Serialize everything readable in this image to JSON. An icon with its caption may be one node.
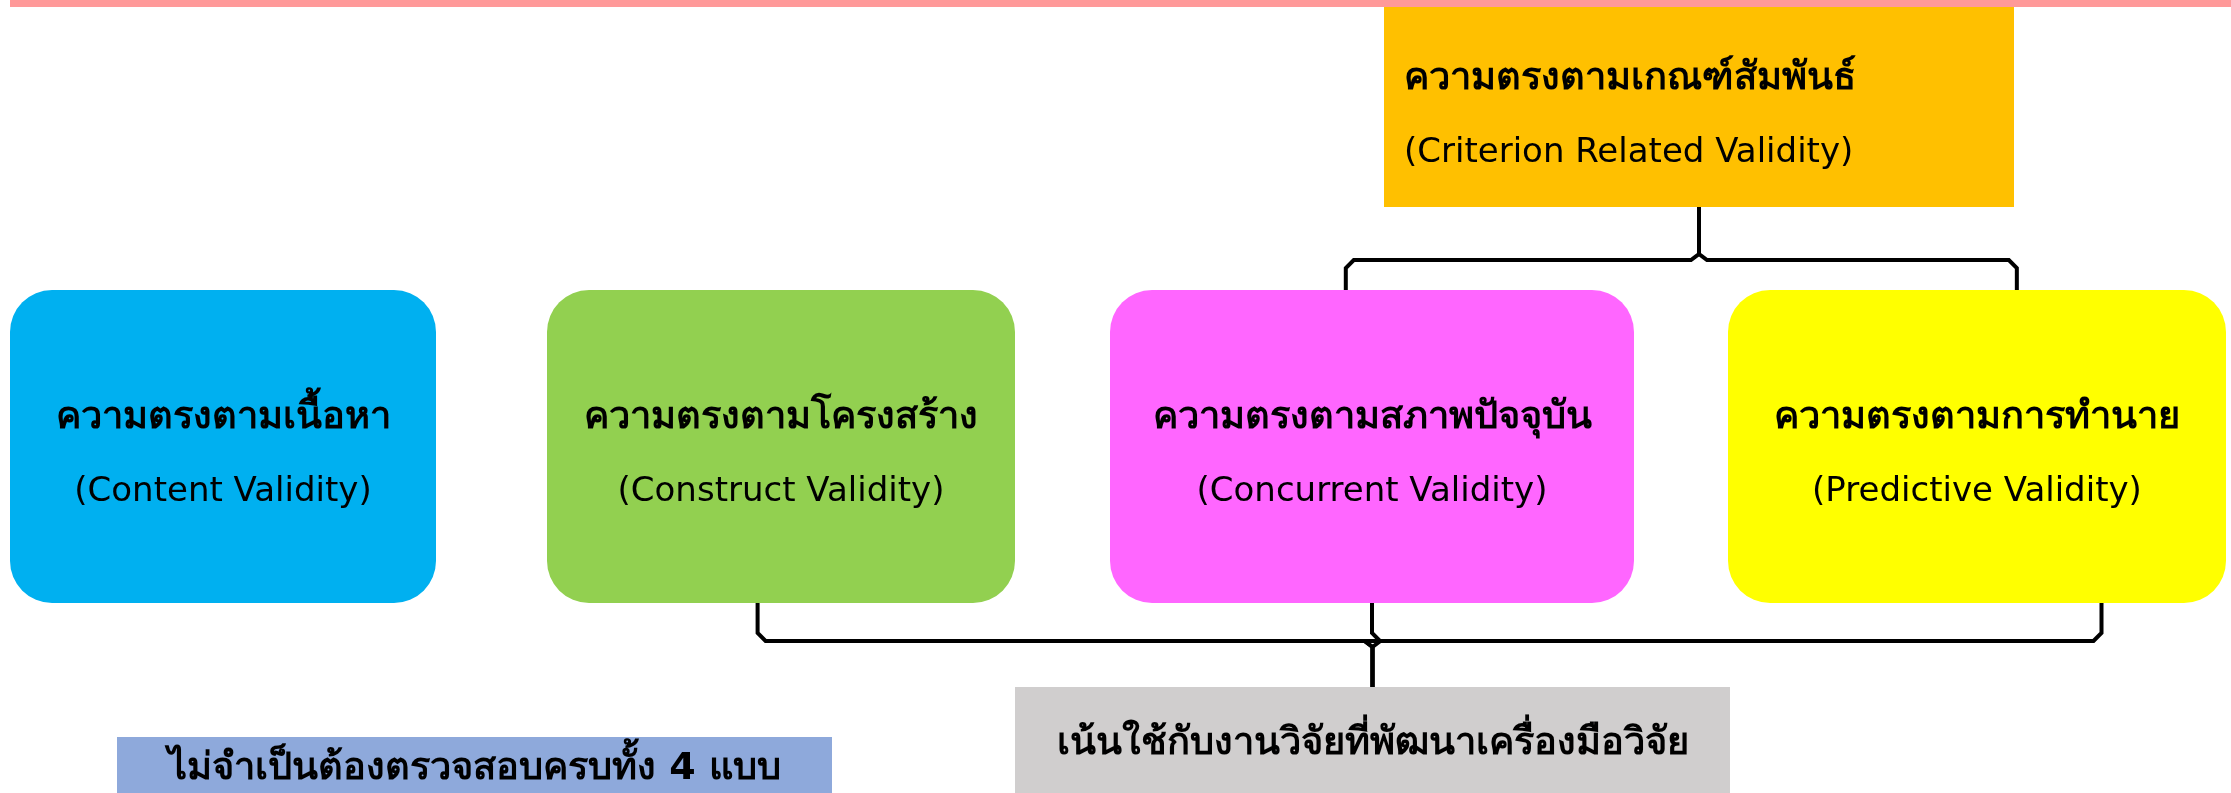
{
  "diagram": {
    "nodes": [
      {
        "text": [
          "ความตรงตามเกณฑ์สัมพันธ์",
          "(Criterion Related Validity)"
        ]
      },
      {
        "text": [
          "ความตรงตามเนื้อหา",
          "(Content Validity)"
        ]
      },
      {
        "text": [
          "ความตรงตามโครงสร้าง",
          "(Construct Validity)"
        ]
      },
      {
        "text": [
          "ความตรงตามสภาพปัจจุบัน",
          "(Concurrent Validity)"
        ]
      },
      {
        "text": [
          "ความตรงตามการทำนาย",
          "(Predictive Validity)"
        ]
      },
      {
        "text": [
          "เน้นใช้กับงานวิจัยที่พัฒนาเครื่องมือวิจัย"
        ]
      },
      {
        "text": [
          "ไม่จำเป็นต้องตรวจสอบครบทั้ง 4 แบบ"
        ]
      }
    ],
    "edges": [
      {
        "from": 0,
        "to": 3,
        "arrow": "none"
      },
      {
        "from": 0,
        "to": 4,
        "arrow": "none"
      },
      {
        "from": 5,
        "to": 2,
        "arrow": "none"
      },
      {
        "from": 5,
        "to": 3,
        "arrow": "none"
      },
      {
        "from": 5,
        "to": 4,
        "arrow": "none"
      }
    ]
  }
}
